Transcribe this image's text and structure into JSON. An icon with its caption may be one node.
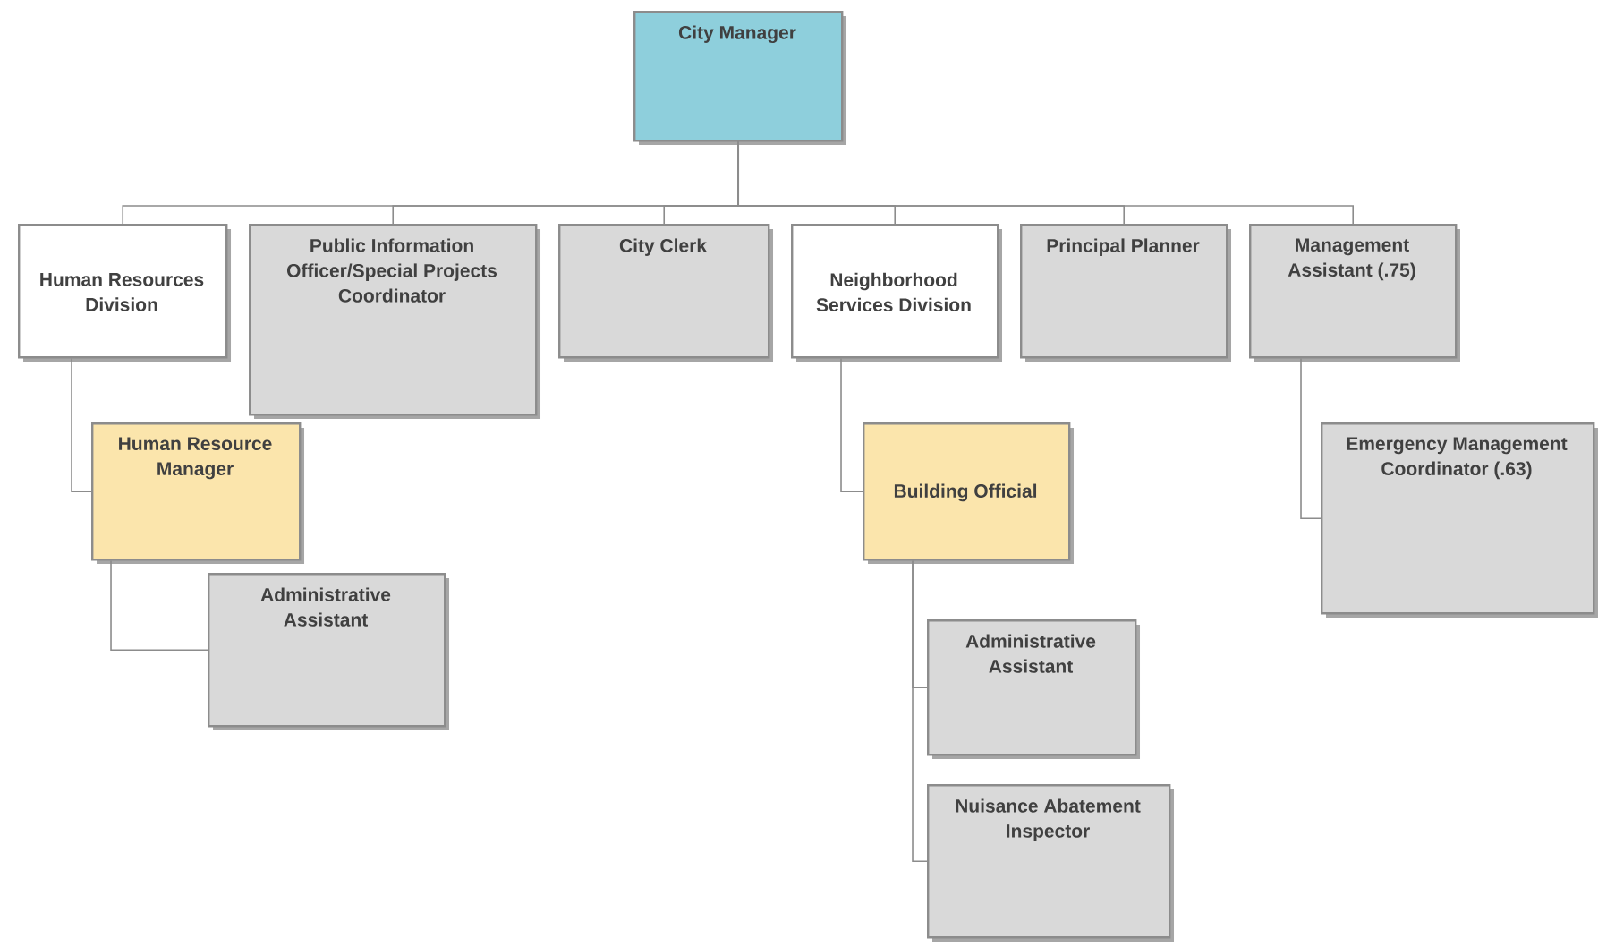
{
  "diagram": {
    "nodes": [
      {
        "text": [
          "City Manager"
        ]
      },
      {
        "text": [
          "Human Resources Division"
        ]
      },
      {
        "text": [
          "Public Information Officer/Special Projects Coordinator"
        ]
      },
      {
        "text": [
          "City Clerk"
        ]
      },
      {
        "text": [
          "Neighborhood Services Division"
        ]
      },
      {
        "text": [
          "Principal Planner"
        ]
      },
      {
        "text": [
          "Management Assistant (.75)"
        ]
      },
      {
        "text": [
          "Human Resource Manager"
        ]
      },
      {
        "text": [
          "Administrative Assistant"
        ]
      },
      {
        "text": [
          "Building Official"
        ]
      },
      {
        "text": [
          "Emergency Management Coordinator (.63)"
        ]
      },
      {
        "text": [
          "Administrative Assistant"
        ]
      },
      {
        "text": [
          "Nuisance Abatement Inspector"
        ]
      }
    ],
    "edges": [
      {
        "from": 0,
        "to": 1,
        "arrow": "none"
      },
      {
        "from": 0,
        "to": 2,
        "arrow": "none"
      },
      {
        "from": 0,
        "to": 3,
        "arrow": "none"
      },
      {
        "from": 0,
        "to": 4,
        "arrow": "none"
      },
      {
        "from": 0,
        "to": 5,
        "arrow": "none"
      },
      {
        "from": 0,
        "to": 6,
        "arrow": "none"
      },
      {
        "from": 1,
        "to": 7,
        "arrow": "none"
      },
      {
        "from": 7,
        "to": 8,
        "arrow": "none"
      },
      {
        "from": 4,
        "to": 9,
        "arrow": "none"
      },
      {
        "from": 6,
        "to": 10,
        "arrow": "none"
      },
      {
        "from": 9,
        "to": 11,
        "arrow": "none"
      },
      {
        "from": 9,
        "to": 12,
        "arrow": "none"
      }
    ]
  }
}
